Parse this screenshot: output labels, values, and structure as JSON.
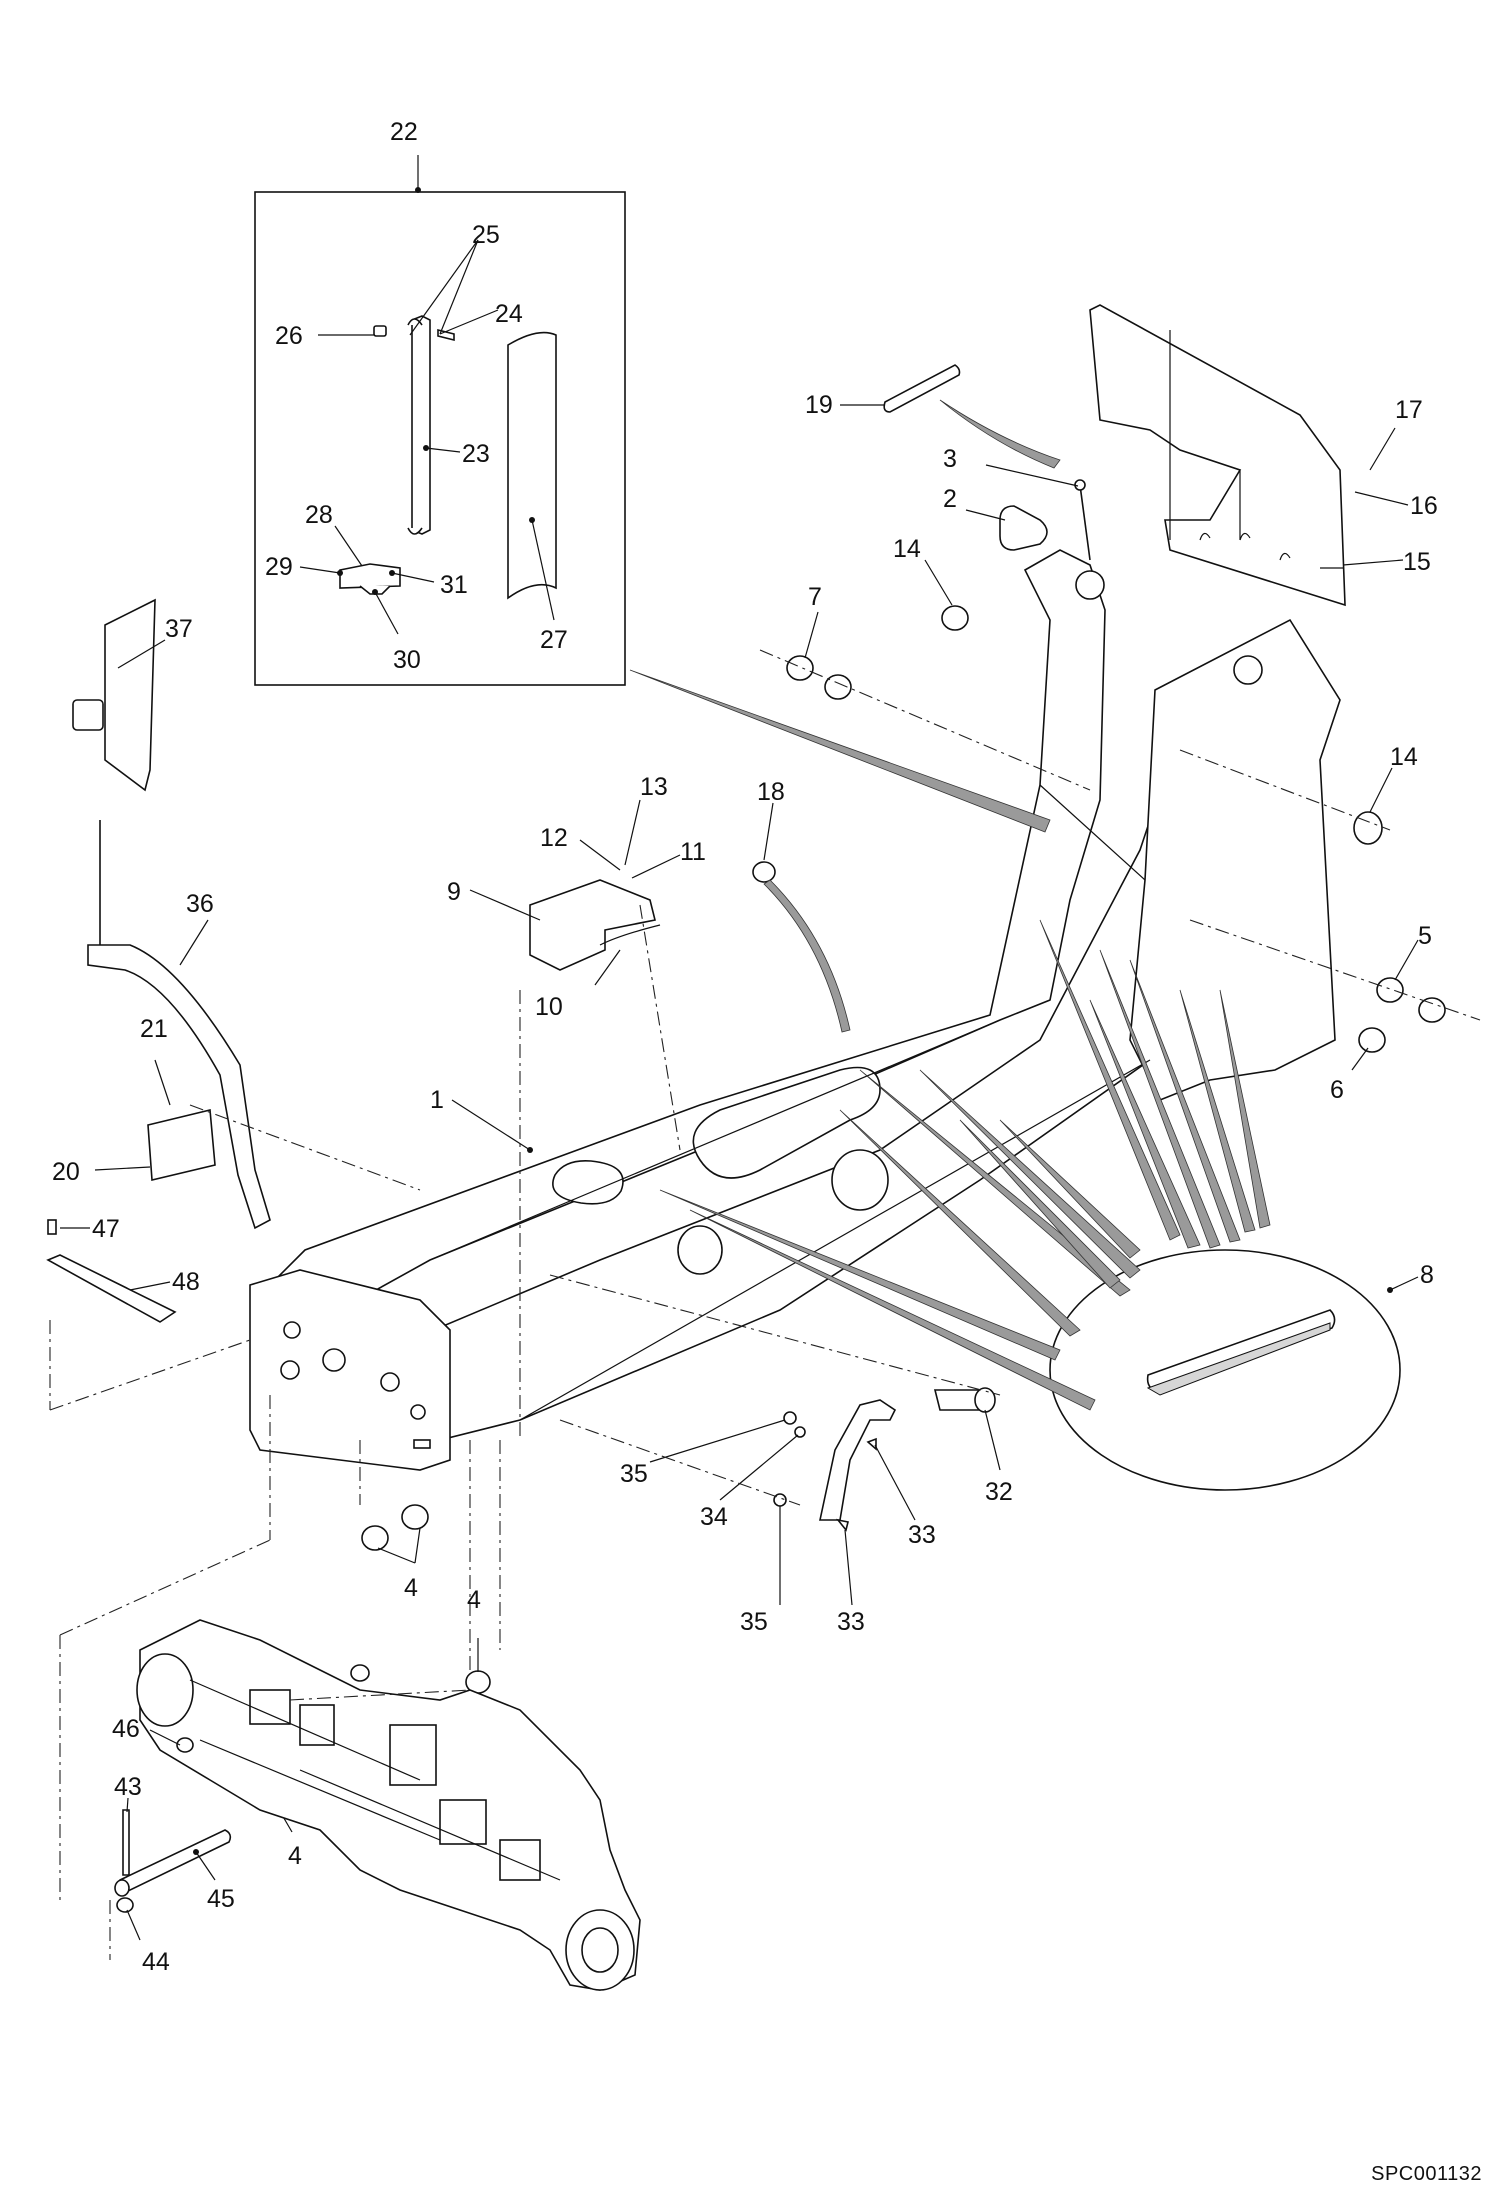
{
  "diagram": {
    "document_id": "SPC001132",
    "callouts": {
      "c1": "1",
      "c2": "2",
      "c3": "3",
      "c4a": "4",
      "c4b": "4",
      "c4c": "4",
      "c5": "5",
      "c6": "6",
      "c7": "7",
      "c8": "8",
      "c9": "9",
      "c10": "10",
      "c11": "11",
      "c12": "12",
      "c13": "13",
      "c14a": "14",
      "c14b": "14",
      "c15": "15",
      "c16": "16",
      "c17": "17",
      "c18": "18",
      "c19": "19",
      "c20": "20",
      "c21": "21",
      "c22": "22",
      "c23": "23",
      "c24": "24",
      "c25": "25",
      "c26": "26",
      "c27": "27",
      "c28": "28",
      "c29": "29",
      "c30": "30",
      "c31": "31",
      "c32": "32",
      "c33a": "33",
      "c33b": "33",
      "c34": "34",
      "c35a": "35",
      "c35b": "35",
      "c36": "36",
      "c37": "37",
      "c43": "43",
      "c44": "44",
      "c45": "45",
      "c46": "46",
      "c47": "47",
      "c48": "48"
    }
  }
}
